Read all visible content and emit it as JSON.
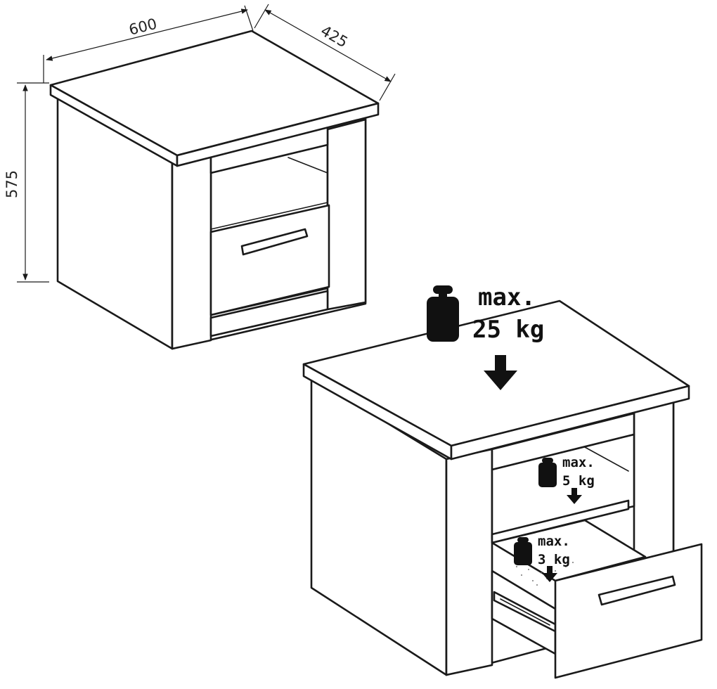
{
  "dimensions": {
    "width": "600",
    "depth": "425",
    "height": "575"
  },
  "loads": {
    "top": {
      "line1": "max.",
      "line2": "25 kg"
    },
    "shelf": {
      "line1": "max.",
      "line2": "5 kg"
    },
    "drawer": {
      "line1": "max.",
      "line2": "3 kg"
    }
  }
}
